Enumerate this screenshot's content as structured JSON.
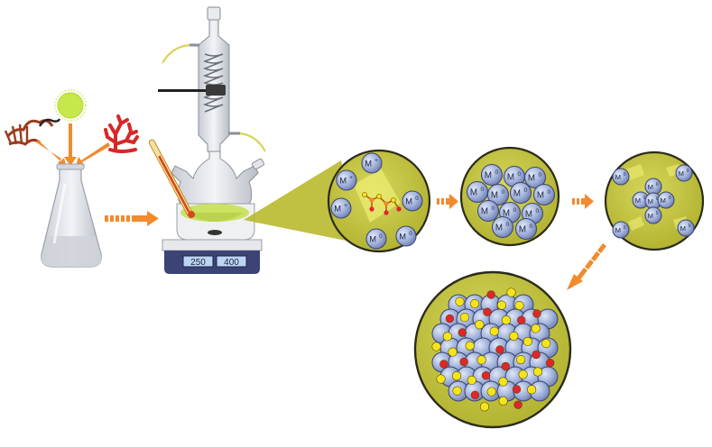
{
  "colors": {
    "arrow": "#f28a2e",
    "circle_fill": "#c9c93f",
    "circle_stroke": "#2b2b1a",
    "particle": "#9fb0d9",
    "particle_stroke": "#3a4470",
    "ligand_yellow": "#f4e41c",
    "ligand_red": "#e0252d",
    "seaweed_brown": "#9a3b1d",
    "seaweed_red": "#d62828",
    "algae_green": "#c6e84a",
    "solution_green": "#c8e05a",
    "flask_glass": "#e4e7ec",
    "hotplate_body": "#3c4476"
  },
  "icons": [
    "brown-seaweed-icon",
    "green-microalga-icon",
    "red-seaweed-icon",
    "erlenmeyer-flask-icon",
    "reflux-condenser-icon",
    "three-neck-flask-icon",
    "thermometer-icon",
    "hotplate-stirrer-icon",
    "phytochemical-molecule-icon"
  ],
  "hotplate": {
    "display_left": "250",
    "display_right": "400"
  },
  "labels": {
    "ion": "M",
    "ion_sup": "+",
    "atom": "M",
    "atom_sup": "0"
  }
}
